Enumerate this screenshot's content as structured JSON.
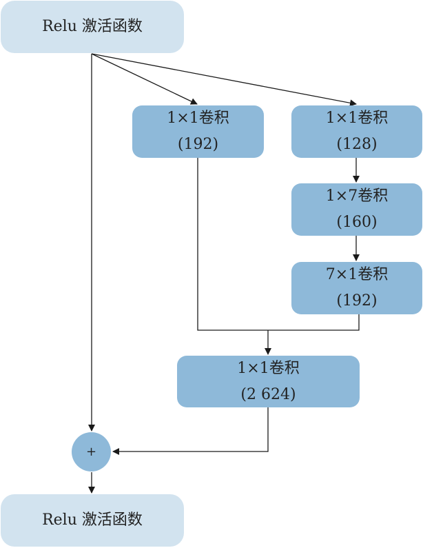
{
  "nodes": {
    "relu_top": "Relu 激活函数",
    "conv_a": {
      "title": "1×1卷积",
      "filters": "(192)"
    },
    "conv_b": {
      "title": "1×1卷积",
      "filters": "(128)"
    },
    "conv_c": {
      "title": "1×7卷积",
      "filters": "(160)"
    },
    "conv_d": {
      "title": "7×1卷积",
      "filters": "(192)"
    },
    "conv_e": {
      "title": "1×1卷积",
      "filters": "(2 624)"
    },
    "add": "+",
    "relu_bottom": "Relu 激活函数"
  },
  "colors": {
    "relu_fill": "#d2e3ef",
    "conv_fill": "#8eb9d9",
    "line": "#1a1a1a"
  }
}
